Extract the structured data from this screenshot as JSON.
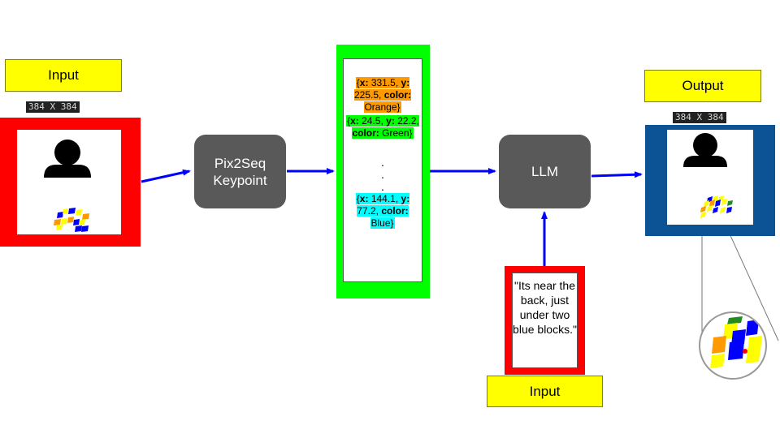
{
  "colors": {
    "label_fill": "#ffff00",
    "input_frame": "#ff0000",
    "output_frame": "#0b5394",
    "sequence_frame": "#00ff00",
    "node_fill": "#595959",
    "arrow": "#0000ff",
    "orange_hl": "#ff9900",
    "green_hl": "#00ff00",
    "cyan_hl": "#00ffff"
  },
  "input_image": {
    "label": "Input",
    "size": "384 X 384",
    "icons": [
      "person-icon",
      "color-blocks-icon"
    ]
  },
  "pix2seq_node": {
    "line1": "Pix2Seq",
    "line2": "Keypoint"
  },
  "sequence": {
    "keypoints": [
      {
        "x_key": "x:",
        "x_val": "331.5,",
        "y_key": "y:",
        "y_val": "225.5,",
        "color_key": "color:",
        "color_val": "Orange",
        "highlight": "orange"
      },
      {
        "x_key": "x:",
        "x_val": "24.5,",
        "y_key": "y:",
        "y_val": "22.2,",
        "color_key": "color:",
        "color_val": "Green",
        "highlight": "green"
      },
      {
        "x_key": "x:",
        "x_val": "144.1,",
        "y_key": "y:",
        "y_val": "77.2,",
        "color_key": "color:",
        "color_val": "Blue",
        "highlight": "cyan"
      }
    ],
    "ellipsis": [
      ".",
      ".",
      "."
    ]
  },
  "llm_node": {
    "label": "LLM"
  },
  "text_input": {
    "quote": "\"Its near the back, just under two blue blocks.\"",
    "label": "Input"
  },
  "output_image": {
    "label": "Output",
    "size": "384 X 384",
    "icons": [
      "person-icon",
      "color-blocks-icon",
      "zoom-inset-icon"
    ]
  }
}
